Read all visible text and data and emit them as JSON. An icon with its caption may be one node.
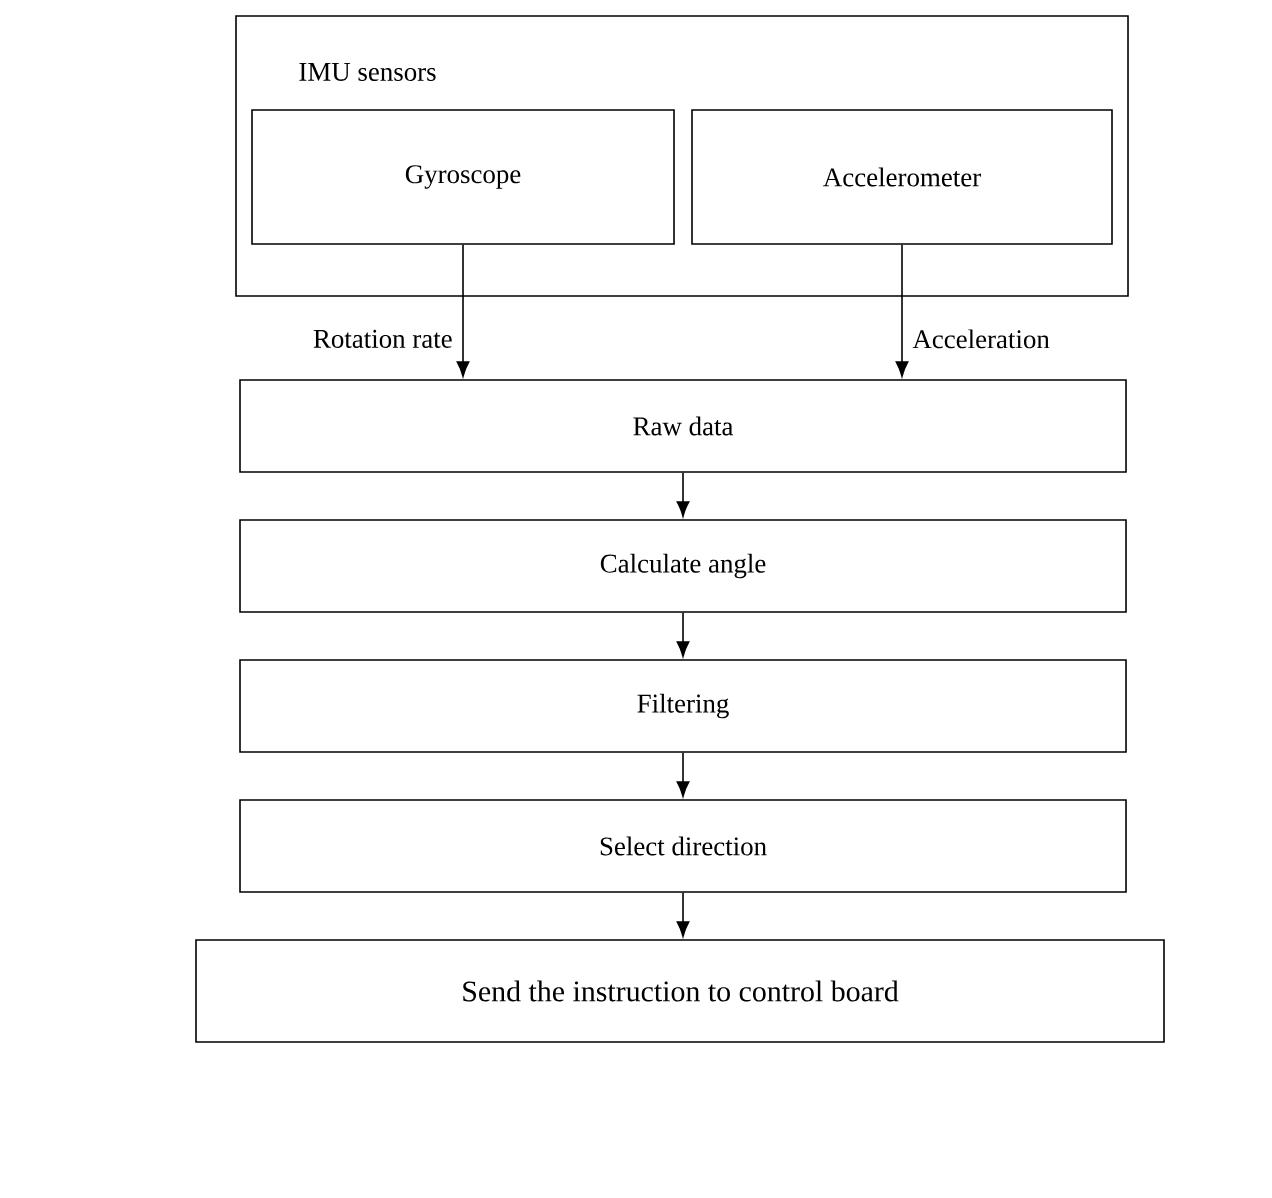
{
  "diagram": {
    "nodes": [
      {
        "text": [
          "IMU sensors"
        ]
      },
      {
        "text": [
          "Gyroscope"
        ],
        "in": 0
      },
      {
        "text": [
          "Accelerometer"
        ],
        "in": 0
      },
      {
        "text": [
          "Raw data"
        ]
      },
      {
        "text": [
          "Calculate angle"
        ]
      },
      {
        "text": [
          "Filtering"
        ]
      },
      {
        "text": [
          "Select direction"
        ]
      },
      {
        "text": [
          "Send the instruction to control board"
        ]
      }
    ],
    "edges": [
      {
        "from": 1,
        "to": 3,
        "arrow": "to",
        "label": "Rotation rate"
      },
      {
        "from": 2,
        "to": 3,
        "arrow": "to",
        "label": "Acceleration"
      },
      {
        "from": 3,
        "to": 4,
        "arrow": "to"
      },
      {
        "from": 4,
        "to": 5,
        "arrow": "to"
      },
      {
        "from": 5,
        "to": 6,
        "arrow": "to"
      },
      {
        "from": 6,
        "to": 7,
        "arrow": "to"
      }
    ]
  }
}
